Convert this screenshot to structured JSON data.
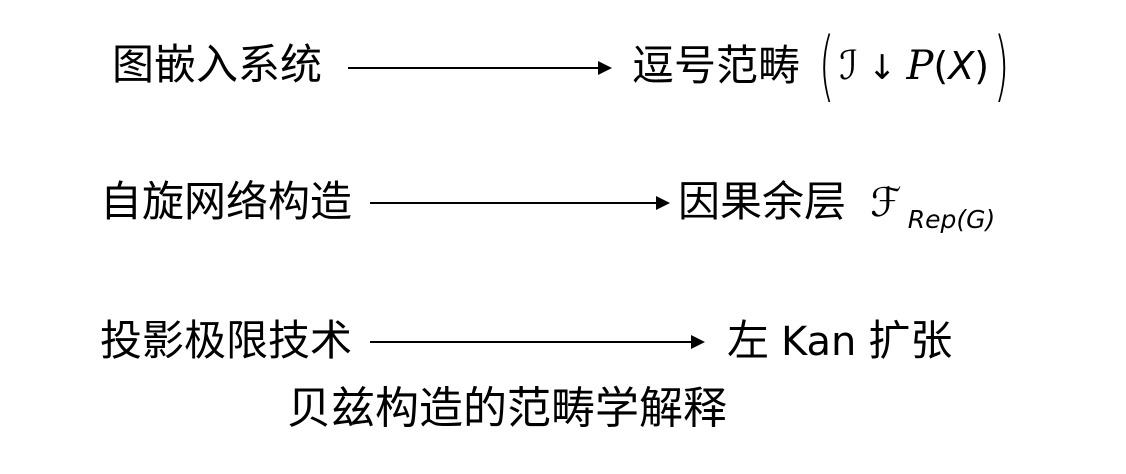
{
  "page": {
    "background": "#ffffff",
    "text_color": "#000000"
  },
  "diagram": {
    "caption": "贝兹构造的范畴学解释",
    "rows": [
      {
        "source": "图嵌入系统",
        "target": "逗号范畴",
        "math": {
          "big_open": "(",
          "script_i": "ℐ",
          "down_arrow": "↓",
          "script_p": "P",
          "inner_open": "(",
          "var_x": "X",
          "inner_close": ")",
          "big_close": ")"
        }
      },
      {
        "source": "自旋网络构造",
        "target": "因果余层",
        "math": {
          "script_f": "ℱ",
          "subscript": "Rep(G)"
        }
      },
      {
        "source": "投影极限技术",
        "target_prefix": "左",
        "target_latin": "Kan",
        "target_suffix": "扩张"
      }
    ]
  }
}
